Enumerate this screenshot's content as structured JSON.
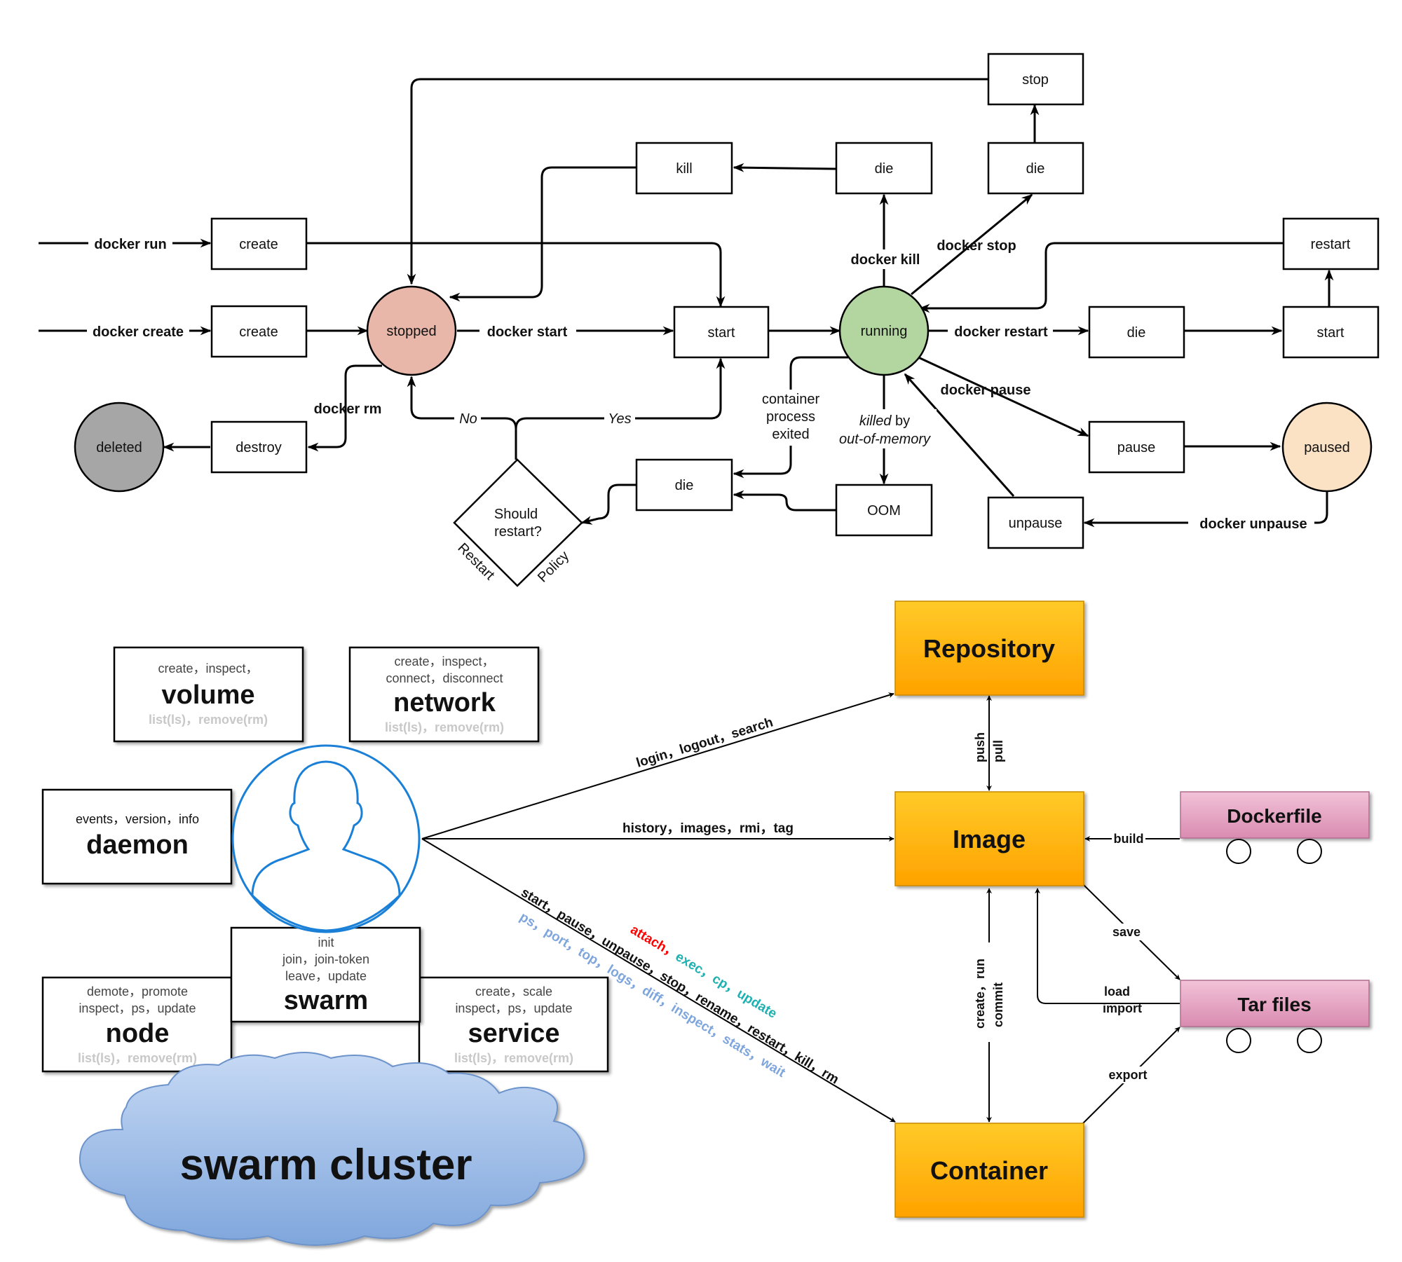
{
  "lifecycle": {
    "states": {
      "stopped": "stopped",
      "running": "running",
      "deleted": "deleted",
      "paused": "paused"
    },
    "boxes": {
      "stop": "stop",
      "kill": "kill",
      "die_kill": "die",
      "die_stop": "die",
      "create_run": "create",
      "create_create": "create",
      "start": "start",
      "restart": "restart",
      "die_restart": "die",
      "start_restart": "start",
      "destroy": "destroy",
      "pause": "pause",
      "die_exit": "die",
      "oom": "OOM",
      "unpause": "unpause"
    },
    "decision": {
      "line1": "Should",
      "line2": "restart?",
      "restart": "Restart",
      "policy": "Policy"
    },
    "labels": {
      "docker_run": "docker run",
      "docker_create": "docker create",
      "docker_start": "docker start",
      "docker_rm": "docker rm",
      "docker_kill": "docker kill",
      "docker_stop": "docker stop",
      "docker_restart": "docker restart",
      "docker_pause": "docker pause",
      "docker_unpause": "docker unpause",
      "no": "No",
      "yes": "Yes",
      "container": "container",
      "process": "process",
      "exited": "exited",
      "killed_by": "killed",
      "killed_by_rest": " by",
      "out_of_memory": "out-of-memory"
    }
  },
  "commands": {
    "volume": {
      "title": "volume",
      "top": "create，inspect，",
      "bottom": "list(ls)，remove(rm)"
    },
    "network": {
      "title": "network",
      "top1": "create，inspect，",
      "top2": "connect，disconnect",
      "bottom": "list(ls)，remove(rm)"
    },
    "daemon": {
      "title": "daemon",
      "top": "events，version，info"
    },
    "swarm": {
      "title": "swarm",
      "top1": "init",
      "top2": "join，join-token",
      "top3": "leave，update"
    },
    "node": {
      "title": "node",
      "top1": "demote，promote",
      "top2": "inspect，ps，update",
      "bottom": "list(ls)，remove(rm)"
    },
    "service": {
      "title": "service",
      "top1": "create，scale",
      "top2": "inspect，ps，update",
      "bottom": "list(ls)，remove(rm)"
    },
    "cloud": "swarm cluster"
  },
  "objects": {
    "repository": "Repository",
    "image": "Image",
    "container": "Container",
    "dockerfile": "Dockerfile",
    "tarfiles": "Tar files"
  },
  "edges": {
    "login": "login，logout，search",
    "history": "history，images，rmi，tag",
    "start_line": "start，pause，unpause，stop，rename，restart，kill，rm",
    "attach": "attach，",
    "exec": "exec，cp，update",
    "ps_line": "ps，port，top，logs，diff，inspect，stats，wait",
    "push": "push",
    "pull": "pull",
    "build": "build",
    "save": "save",
    "load": "load",
    "import": "import",
    "export": "export",
    "create_run": "create，run",
    "commit": "commit"
  },
  "colors": {
    "stopped": "#e8b7aa",
    "running": "#b3d6a0",
    "deleted": "#a6a6a6",
    "paused": "#fbe2c5",
    "orange": "#ffb300",
    "pink": "#e89ec0",
    "user": "#1a7fd6",
    "cloud": "#8fb3e6",
    "attach": "#ff0000",
    "exec": "#20b0b0",
    "ps": "#7fa6dc"
  }
}
